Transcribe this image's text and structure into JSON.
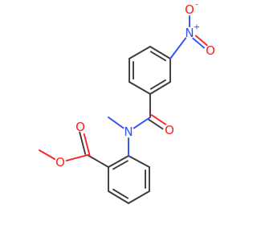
{
  "diagram": {
    "type": "chemical-structure",
    "atoms": {
      "nitro_n": "N",
      "nitro_n_charge": "+",
      "nitro_o_minus": "O",
      "nitro_o_minus_charge": "-",
      "nitro_o": "O",
      "carbonyl_o": "O",
      "amide_n": "N",
      "ester_carbonyl_o": "O",
      "ester_o": "O"
    },
    "colors": {
      "bond": "#3b3b3b",
      "oxygen": "#ff2020",
      "nitrogen": "#3050f8"
    }
  }
}
